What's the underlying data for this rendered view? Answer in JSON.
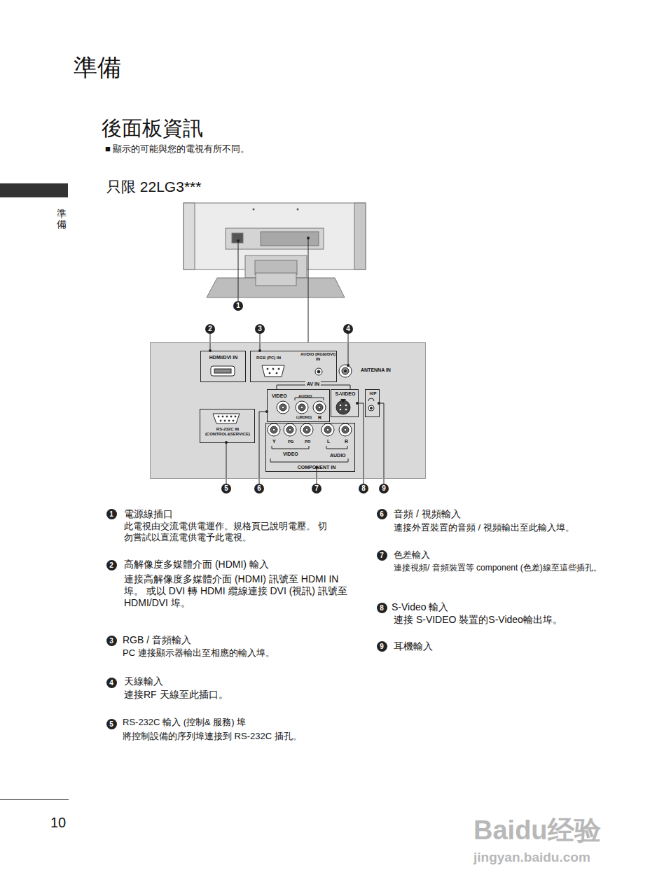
{
  "diagram": {
    "title": "準備",
    "nodes": [
      {
        "text": [
          "ANTENNA IN"
        ]
      },
      {
        "text": [
          "HDMI/DVI IN"
        ],
        "in": 0
      },
      {
        "text": [
          "RGB (PC) IN",
          "AUDIO (RGB/DVI) IN"
        ],
        "in": 0
      },
      {
        "text": [
          "RS-232C IN (CONTROL&SERVICE)"
        ],
        "in": 0
      },
      {
        "text": [
          "VIDEO",
          "AUDIO",
          "L(MONO)",
          "R"
        ],
        "in": 0
      },
      {
        "text": [
          "S-VIDEO"
        ],
        "in": 0
      },
      {
        "text": [
          "H/P"
        ],
        "in": 0
      },
      {
        "text": [
          "Y",
          "PB",
          "PR",
          "L",
          "R",
          "VIDEO",
          "AUDIO",
          "COMPONENT IN"
        ],
        "in": 0
      }
    ],
    "labels": [
      "後面板資訊",
      "■ 顯示的可能與您的電視有所不同。",
      "準備",
      "只限 22LG3***",
      "1",
      "2",
      "3",
      "4",
      "AV IN",
      "5",
      "6",
      "7",
      "8",
      "9",
      "1",
      "電源線插口",
      "此電視由交流電供電運作。規格頁已說明電壓。 切勿嘗試以直流電供電予此電視。",
      "2",
      "高解像度多媒體介面 (HDMI) 輸入",
      "連接高解像度多媒體介面 (HDMI) 訊號至 HDMI IN埠。 或以 DVI 轉 HDMI 纜線連接 DVI (視訊) 訊號至 HDMI/DVI 埠。",
      "3",
      "RGB / 音頻輸入",
      "PC 連接顯示器輸出至相應的輸入埠。",
      "4",
      "天線輸入",
      "連接RF 天線至此插口。",
      "5",
      "RS-232C 輸入 (控制& 服務) 埠",
      "將控制設備的序列埠連接到 RS-232C 插孔。",
      "6",
      "音頻 / 視頻輸入",
      "連接外置裝置的音頻 / 視頻輸出至此輸入埠。",
      "7",
      "色差輸入",
      "連接視頻/ 音頻裝置等 component (色差)線至這些插孔。",
      "8",
      "S-Video 輸入",
      "連接 S-VIDEO 裝置的S-Video輸出埠。",
      "9",
      "耳機輸入",
      "10",
      "Baidu经验",
      "jingyan.baidu.com"
    ]
  }
}
